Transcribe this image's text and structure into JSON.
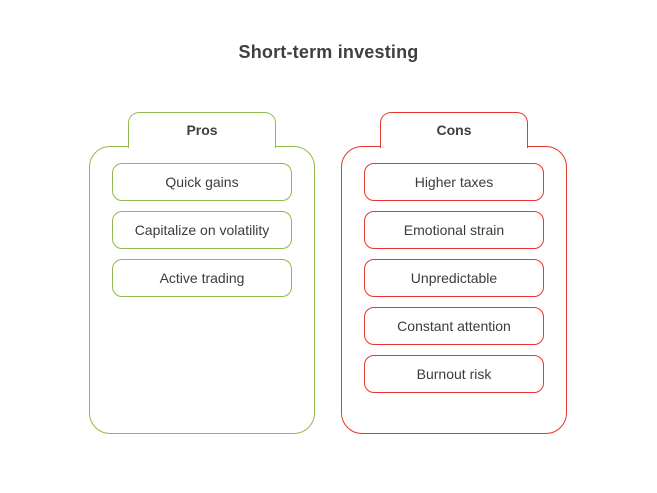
{
  "page": {
    "title": "Short-term investing",
    "background_color": "#ffffff",
    "title_color": "#3f3f3f"
  },
  "columns": [
    {
      "key": "pros",
      "tab_label": "Pros",
      "accent_color": "#93b94e",
      "items": [
        {
          "label": "Quick gains"
        },
        {
          "label": "Capitalize on volatility"
        },
        {
          "label": "Active trading"
        }
      ]
    },
    {
      "key": "cons",
      "tab_label": "Cons",
      "accent_color": "#e8352e",
      "items": [
        {
          "label": "Higher taxes"
        },
        {
          "label": "Emotional strain"
        },
        {
          "label": "Unpredictable"
        },
        {
          "label": "Constant attention"
        },
        {
          "label": "Burnout risk"
        }
      ]
    }
  ]
}
